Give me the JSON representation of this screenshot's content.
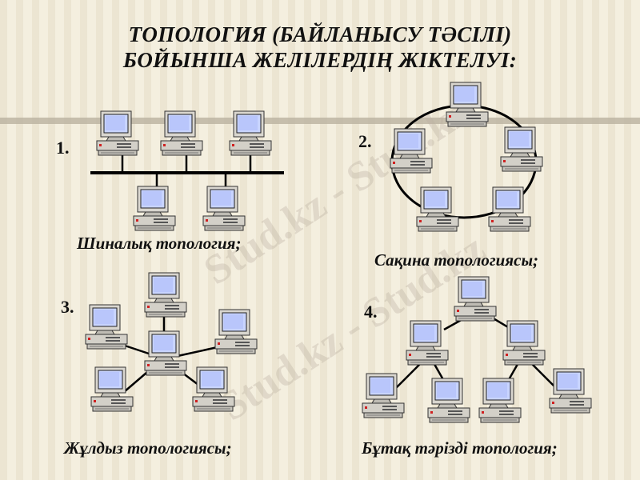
{
  "title": {
    "line1": "ТОПОЛОГИЯ (БАЙЛАНЫСУ ТӘСІЛІ)",
    "line2": "БОЙЫНША ЖЕЛІЛЕРДІҢ ЖІКТЕЛУІ:"
  },
  "watermark": "Stud.kz - Stud.kz",
  "topologies": [
    {
      "number": "1.",
      "caption": "Шиналық топология;"
    },
    {
      "number": "2.",
      "caption": "Сақина топологиясы;"
    },
    {
      "number": "3.",
      "caption": "Жұлдыз топологиясы;"
    },
    {
      "number": "4.",
      "caption": "Бұтақ тәрізді топология;"
    }
  ],
  "icons": {
    "node": "computer-icon"
  }
}
